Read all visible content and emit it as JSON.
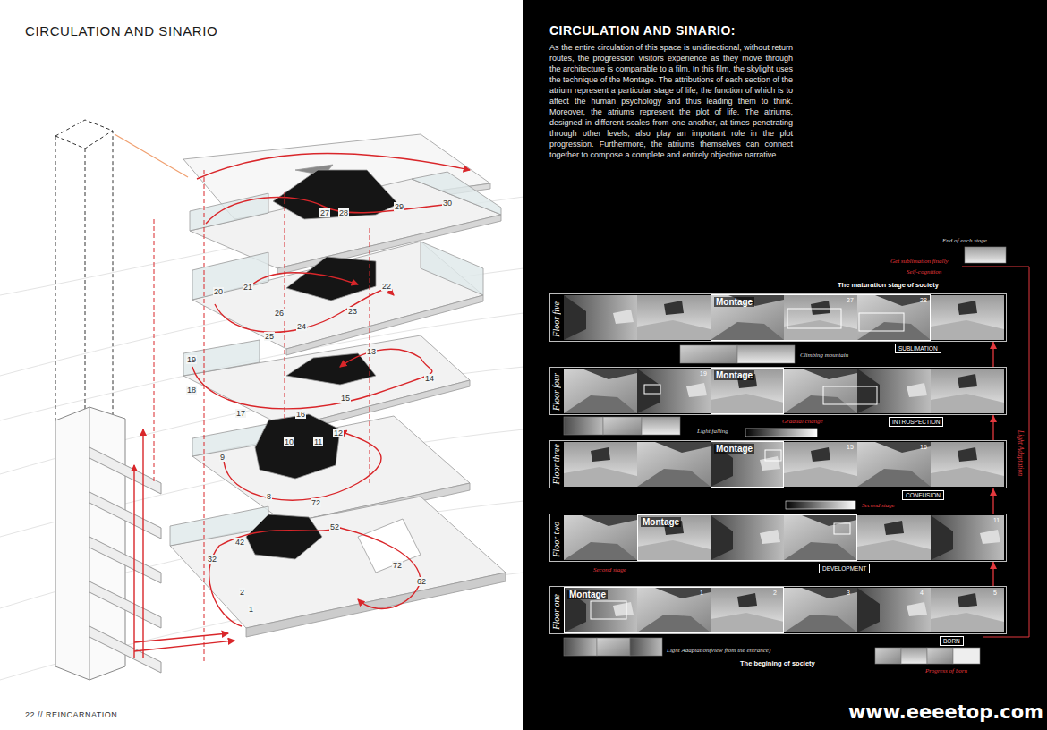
{
  "diagram": {
    "title": "CIRCULATION AND SINARIO",
    "nodes": [
      {
        "text": [
          "Floor five"
        ]
      },
      {
        "text": [
          "Montage"
        ],
        "in": 0
      },
      {
        "text": [
          "SUBLIMATION"
        ]
      },
      {
        "text": [
          "Floor four"
        ]
      },
      {
        "text": [
          "Montage"
        ],
        "in": 3
      },
      {
        "text": [
          "INTROSPECTION"
        ]
      },
      {
        "text": [
          "Floor three"
        ]
      },
      {
        "text": [
          "Montage"
        ],
        "in": 6
      },
      {
        "text": [
          "CONFUSION"
        ]
      },
      {
        "text": [
          "Floor two"
        ]
      },
      {
        "text": [
          "Montage"
        ],
        "in": 9
      },
      {
        "text": [
          "DEVELOPMENT"
        ]
      },
      {
        "text": [
          "Floor one"
        ]
      },
      {
        "text": [
          "Montage"
        ],
        "in": 12
      },
      {
        "text": [
          "BORN"
        ]
      }
    ],
    "edges": [
      {
        "from": 12,
        "to": 9,
        "arrow": "to"
      },
      {
        "from": 9,
        "to": 6,
        "arrow": "to"
      },
      {
        "from": 6,
        "to": 3,
        "arrow": "to"
      },
      {
        "from": 3,
        "to": 0,
        "arrow": "to"
      }
    ],
    "labels": [
      "27",
      "28",
      "29",
      "30",
      "20",
      "21",
      "22",
      "26",
      "23",
      "24",
      "25",
      "19",
      "13",
      "18",
      "14",
      "15",
      "16",
      "17",
      "10",
      "11",
      "12",
      "9",
      "8",
      "72",
      "42",
      "52",
      "32",
      "72",
      "62",
      "2",
      "1",
      "22 // REINCARNATION",
      "CIRCULATION AND SINARIO:",
      "As the entire circulation of this space is unidirectional, without return routes, the progression visitors experience as they move through the architecture is comparable to a film. In this film, the skylight uses the technique of the Montage. The attributions of each section of the atrium represent a particular stage of life, the function of which is to affect the human psychology and thus leading them to think. Moreover, the atriums represent the plot of life. The atriums, designed in different scales from one another, at times penetrating through other levels, also play an important role in the plot progression. Furthermore, the atriums themselves can connect together to compose a complete and entirely objective narrative.",
      "End of each stage",
      "Get sublimation finally",
      "Self-cognition",
      "The maturation stage of society",
      "Climbing mountain",
      "Gradual change",
      "Light falling",
      "Second stage",
      "Second stage",
      "Light Adaptation",
      "Light Adaptation(view from the entrance)",
      "The begining of society",
      "Progress of born",
      "27",
      "28",
      "19",
      "15",
      "16",
      "11",
      "1",
      "2",
      "3",
      "4",
      "5",
      "www.eeeetop.com"
    ]
  }
}
